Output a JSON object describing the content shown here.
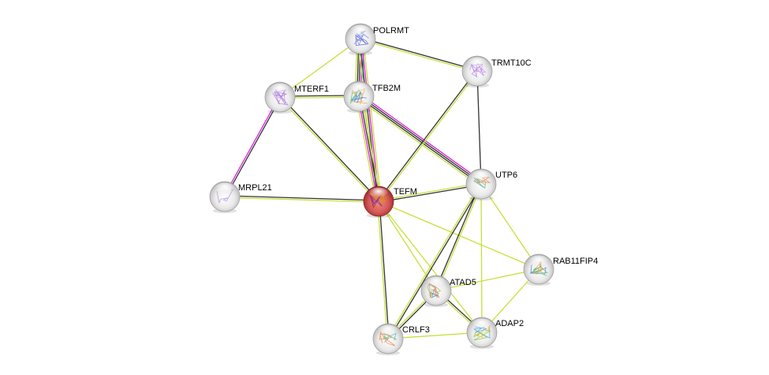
{
  "network": {
    "query_protein": "TEFM",
    "colors": {
      "query_node": "#e05050",
      "node": "#e8e8e8",
      "textmining": "#c6e03a",
      "coexpression": "#333333",
      "experiments": "#e020e0",
      "databases": "#20c0d0"
    },
    "nodes": [
      {
        "id": "POLRMT",
        "label": "POLRMT",
        "query": false,
        "structure_colors": [
          "#5060d0",
          "#7080e0"
        ]
      },
      {
        "id": "TRMT10C",
        "label": "TRMT10C",
        "query": false,
        "structure_colors": [
          "#b080e0",
          "#c090f0"
        ]
      },
      {
        "id": "MTERF1",
        "label": "MTERF1",
        "query": false,
        "structure_colors": [
          "#a070d0",
          "#b080e0"
        ]
      },
      {
        "id": "TFB2M",
        "label": "TFB2M",
        "query": false,
        "structure_colors": [
          "#f0a040",
          "#60c060",
          "#4080e0"
        ]
      },
      {
        "id": "MRPL21",
        "label": "MRPL21",
        "query": false,
        "structure_colors": [
          "#b090e0"
        ]
      },
      {
        "id": "TEFM",
        "label": "TEFM",
        "query": true,
        "structure_colors": [
          "#e08000",
          "#d0a000",
          "#8020a0"
        ]
      },
      {
        "id": "UTP6",
        "label": "UTP6",
        "query": false,
        "structure_colors": [
          "#40c0a0",
          "#f08040"
        ]
      },
      {
        "id": "RAB11FIP4",
        "label": "RAB11FIP4",
        "query": false,
        "structure_colors": [
          "#4080e0",
          "#f0a040",
          "#60c060"
        ]
      },
      {
        "id": "ATAD5",
        "label": "ATAD5",
        "query": false,
        "structure_colors": [
          "#4080e0",
          "#80c040",
          "#f08060"
        ]
      },
      {
        "id": "ADAP2",
        "label": "ADAP2",
        "query": false,
        "structure_colors": [
          "#40a0e0",
          "#80c040",
          "#f0c040"
        ]
      },
      {
        "id": "CRLF3",
        "label": "CRLF3",
        "query": false,
        "structure_colors": [
          "#40c0a0",
          "#f08040"
        ]
      }
    ],
    "edges": [
      {
        "source": "POLRMT",
        "target": "TFB2M",
        "evidence": [
          "databases",
          "experiments",
          "coexpression",
          "coexpression",
          "textmining"
        ]
      },
      {
        "source": "POLRMT",
        "target": "TRMT10C",
        "evidence": [
          "coexpression",
          "textmining"
        ]
      },
      {
        "source": "POLRMT",
        "target": "MTERF1",
        "evidence": [
          "textmining"
        ]
      },
      {
        "source": "POLRMT",
        "target": "TEFM",
        "evidence": [
          "textmining",
          "experiments",
          "coexpression",
          "textmining"
        ]
      },
      {
        "source": "MTERF1",
        "target": "TFB2M",
        "evidence": [
          "coexpression",
          "textmining"
        ]
      },
      {
        "source": "MTERF1",
        "target": "MRPL21",
        "evidence": [
          "coexpression",
          "experiments"
        ]
      },
      {
        "source": "MTERF1",
        "target": "TEFM",
        "evidence": [
          "coexpression",
          "textmining"
        ]
      },
      {
        "source": "TFB2M",
        "target": "TEFM",
        "evidence": [
          "textmining",
          "coexpression",
          "experiments",
          "textmining"
        ]
      },
      {
        "source": "TFB2M",
        "target": "UTP6",
        "evidence": [
          "experiments",
          "coexpression",
          "coexpression",
          "textmining"
        ]
      },
      {
        "source": "TRMT10C",
        "target": "TEFM",
        "evidence": [
          "textmining",
          "coexpression"
        ]
      },
      {
        "source": "TRMT10C",
        "target": "UTP6",
        "evidence": [
          "coexpression"
        ]
      },
      {
        "source": "MRPL21",
        "target": "TEFM",
        "evidence": [
          "coexpression",
          "textmining"
        ]
      },
      {
        "source": "TEFM",
        "target": "UTP6",
        "evidence": [
          "textmining",
          "coexpression"
        ]
      },
      {
        "source": "TEFM",
        "target": "RAB11FIP4",
        "evidence": [
          "textmining"
        ]
      },
      {
        "source": "TEFM",
        "target": "ATAD5",
        "evidence": [
          "textmining"
        ]
      },
      {
        "source": "TEFM",
        "target": "ADAP2",
        "evidence": [
          "textmining"
        ]
      },
      {
        "source": "TEFM",
        "target": "CRLF3",
        "evidence": [
          "coexpression",
          "textmining"
        ]
      },
      {
        "source": "UTP6",
        "target": "ATAD5",
        "evidence": [
          "textmining",
          "coexpression"
        ]
      },
      {
        "source": "UTP6",
        "target": "CRLF3",
        "evidence": [
          "coexpression",
          "textmining"
        ]
      },
      {
        "source": "UTP6",
        "target": "ADAP2",
        "evidence": [
          "textmining"
        ]
      },
      {
        "source": "UTP6",
        "target": "RAB11FIP4",
        "evidence": [
          "textmining"
        ]
      },
      {
        "source": "ATAD5",
        "target": "RAB11FIP4",
        "evidence": [
          "textmining"
        ]
      },
      {
        "source": "ATAD5",
        "target": "ADAP2",
        "evidence": [
          "coexpression",
          "textmining"
        ]
      },
      {
        "source": "ATAD5",
        "target": "CRLF3",
        "evidence": [
          "coexpression",
          "textmining"
        ]
      },
      {
        "source": "ADAP2",
        "target": "RAB11FIP4",
        "evidence": [
          "textmining"
        ]
      },
      {
        "source": "ADAP2",
        "target": "CRLF3",
        "evidence": [
          "textmining"
        ]
      }
    ]
  }
}
